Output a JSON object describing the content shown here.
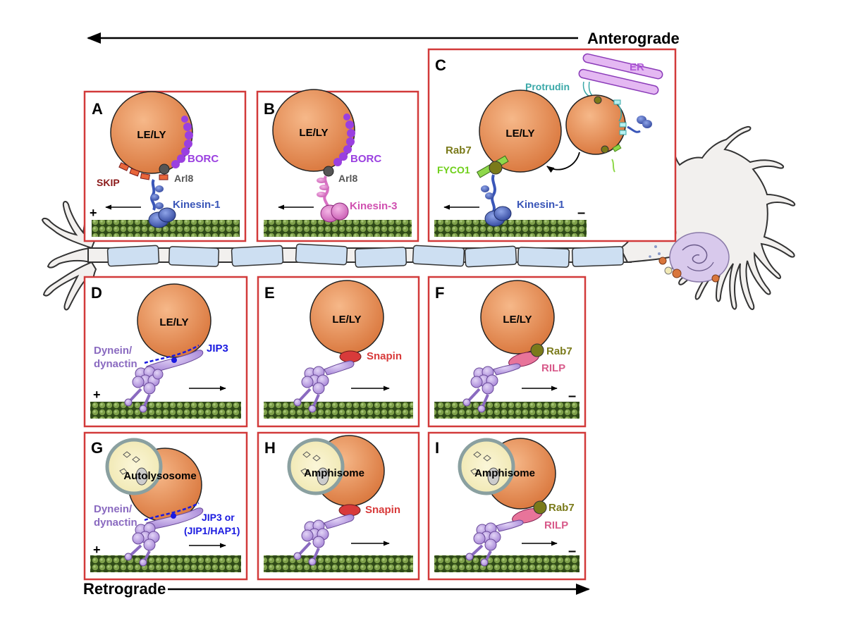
{
  "arrows": {
    "anterograde": "Anterograde",
    "retrograde": "Retrograde"
  },
  "common": {
    "le_ly": "LE/LY",
    "plus": "+",
    "minus": "–"
  },
  "panels": {
    "A": {
      "letter": "A",
      "borc": "BORC",
      "arl8": "Arl8",
      "skip": "SKIP",
      "motor": "Kinesin-1"
    },
    "B": {
      "letter": "B",
      "borc": "BORC",
      "arl8": "Arl8",
      "motor": "Kinesin-3"
    },
    "C": {
      "letter": "C",
      "er": "ER",
      "protrudin": "Protrudin",
      "rab7": "Rab7",
      "fyco1": "FYCO1",
      "motor": "Kinesin-1"
    },
    "D": {
      "letter": "D",
      "dynein": "Dynein/",
      "dynactin": "dynactin",
      "adaptor": "JIP3"
    },
    "E": {
      "letter": "E",
      "adaptor": "Snapin"
    },
    "F": {
      "letter": "F",
      "rab7": "Rab7",
      "rilp": "RILP"
    },
    "G": {
      "letter": "G",
      "organelle": "Autolysosome",
      "dynein": "Dynein/",
      "dynactin": "dynactin",
      "adaptor1": "JIP3 or",
      "adaptor2": "(JIP1/HAP1)"
    },
    "H": {
      "letter": "H",
      "organelle": "Amphisome",
      "adaptor": "Snapin"
    },
    "I": {
      "letter": "I",
      "organelle": "Amphisome",
      "rab7": "Rab7",
      "rilp": "RILP"
    }
  },
  "colors": {
    "panel_border": "#d23a3a",
    "organelle": "#e8925a",
    "borc": "#9a3fe0",
    "kinesin1": "#3a56b8",
    "kinesin3": "#d970c4",
    "skip": "#8b1a1a",
    "rab7": "#7a7a1a",
    "fyco1": "#6fcf1a",
    "protrudin": "#3aa8a8",
    "er": "#b05ad8",
    "dynein": "#b99be0",
    "jip3": "#1a1ae0",
    "snapin": "#d83a3a",
    "rilp": "#d85a8a",
    "microtubule": "#4a6b2a",
    "myelin": "#c8dcf0"
  }
}
